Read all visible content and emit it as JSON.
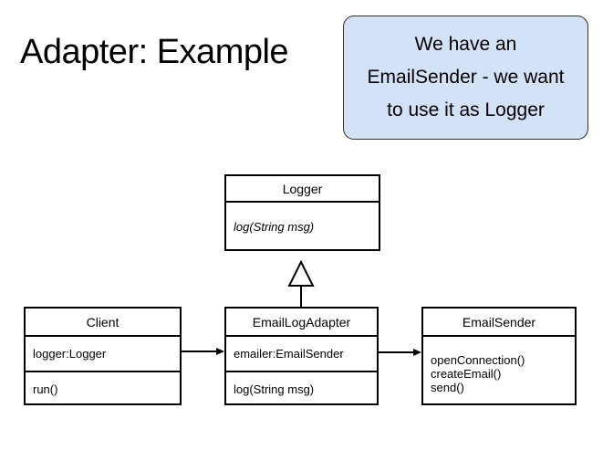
{
  "title": "Adapter: Example",
  "callout": {
    "lines": [
      "We have an",
      "EmailSender - we want",
      "to use it as Logger"
    ]
  },
  "classes": {
    "logger": {
      "name": "Logger",
      "operations": [
        "log(String msg)"
      ]
    },
    "client": {
      "name": "Client",
      "attributes": [
        "logger:Logger"
      ],
      "operations": [
        "run()"
      ]
    },
    "adapter": {
      "name": "EmailLogAdapter",
      "attributes": [
        "emailer:EmailSender"
      ],
      "operations": [
        "log(String msg)"
      ]
    },
    "sender": {
      "name": "EmailSender",
      "operations": [
        "openConnection()",
        "createEmail()",
        "send()"
      ]
    }
  },
  "colors": {
    "callout_fill": "#d4e2f7",
    "stroke": "#000000"
  }
}
